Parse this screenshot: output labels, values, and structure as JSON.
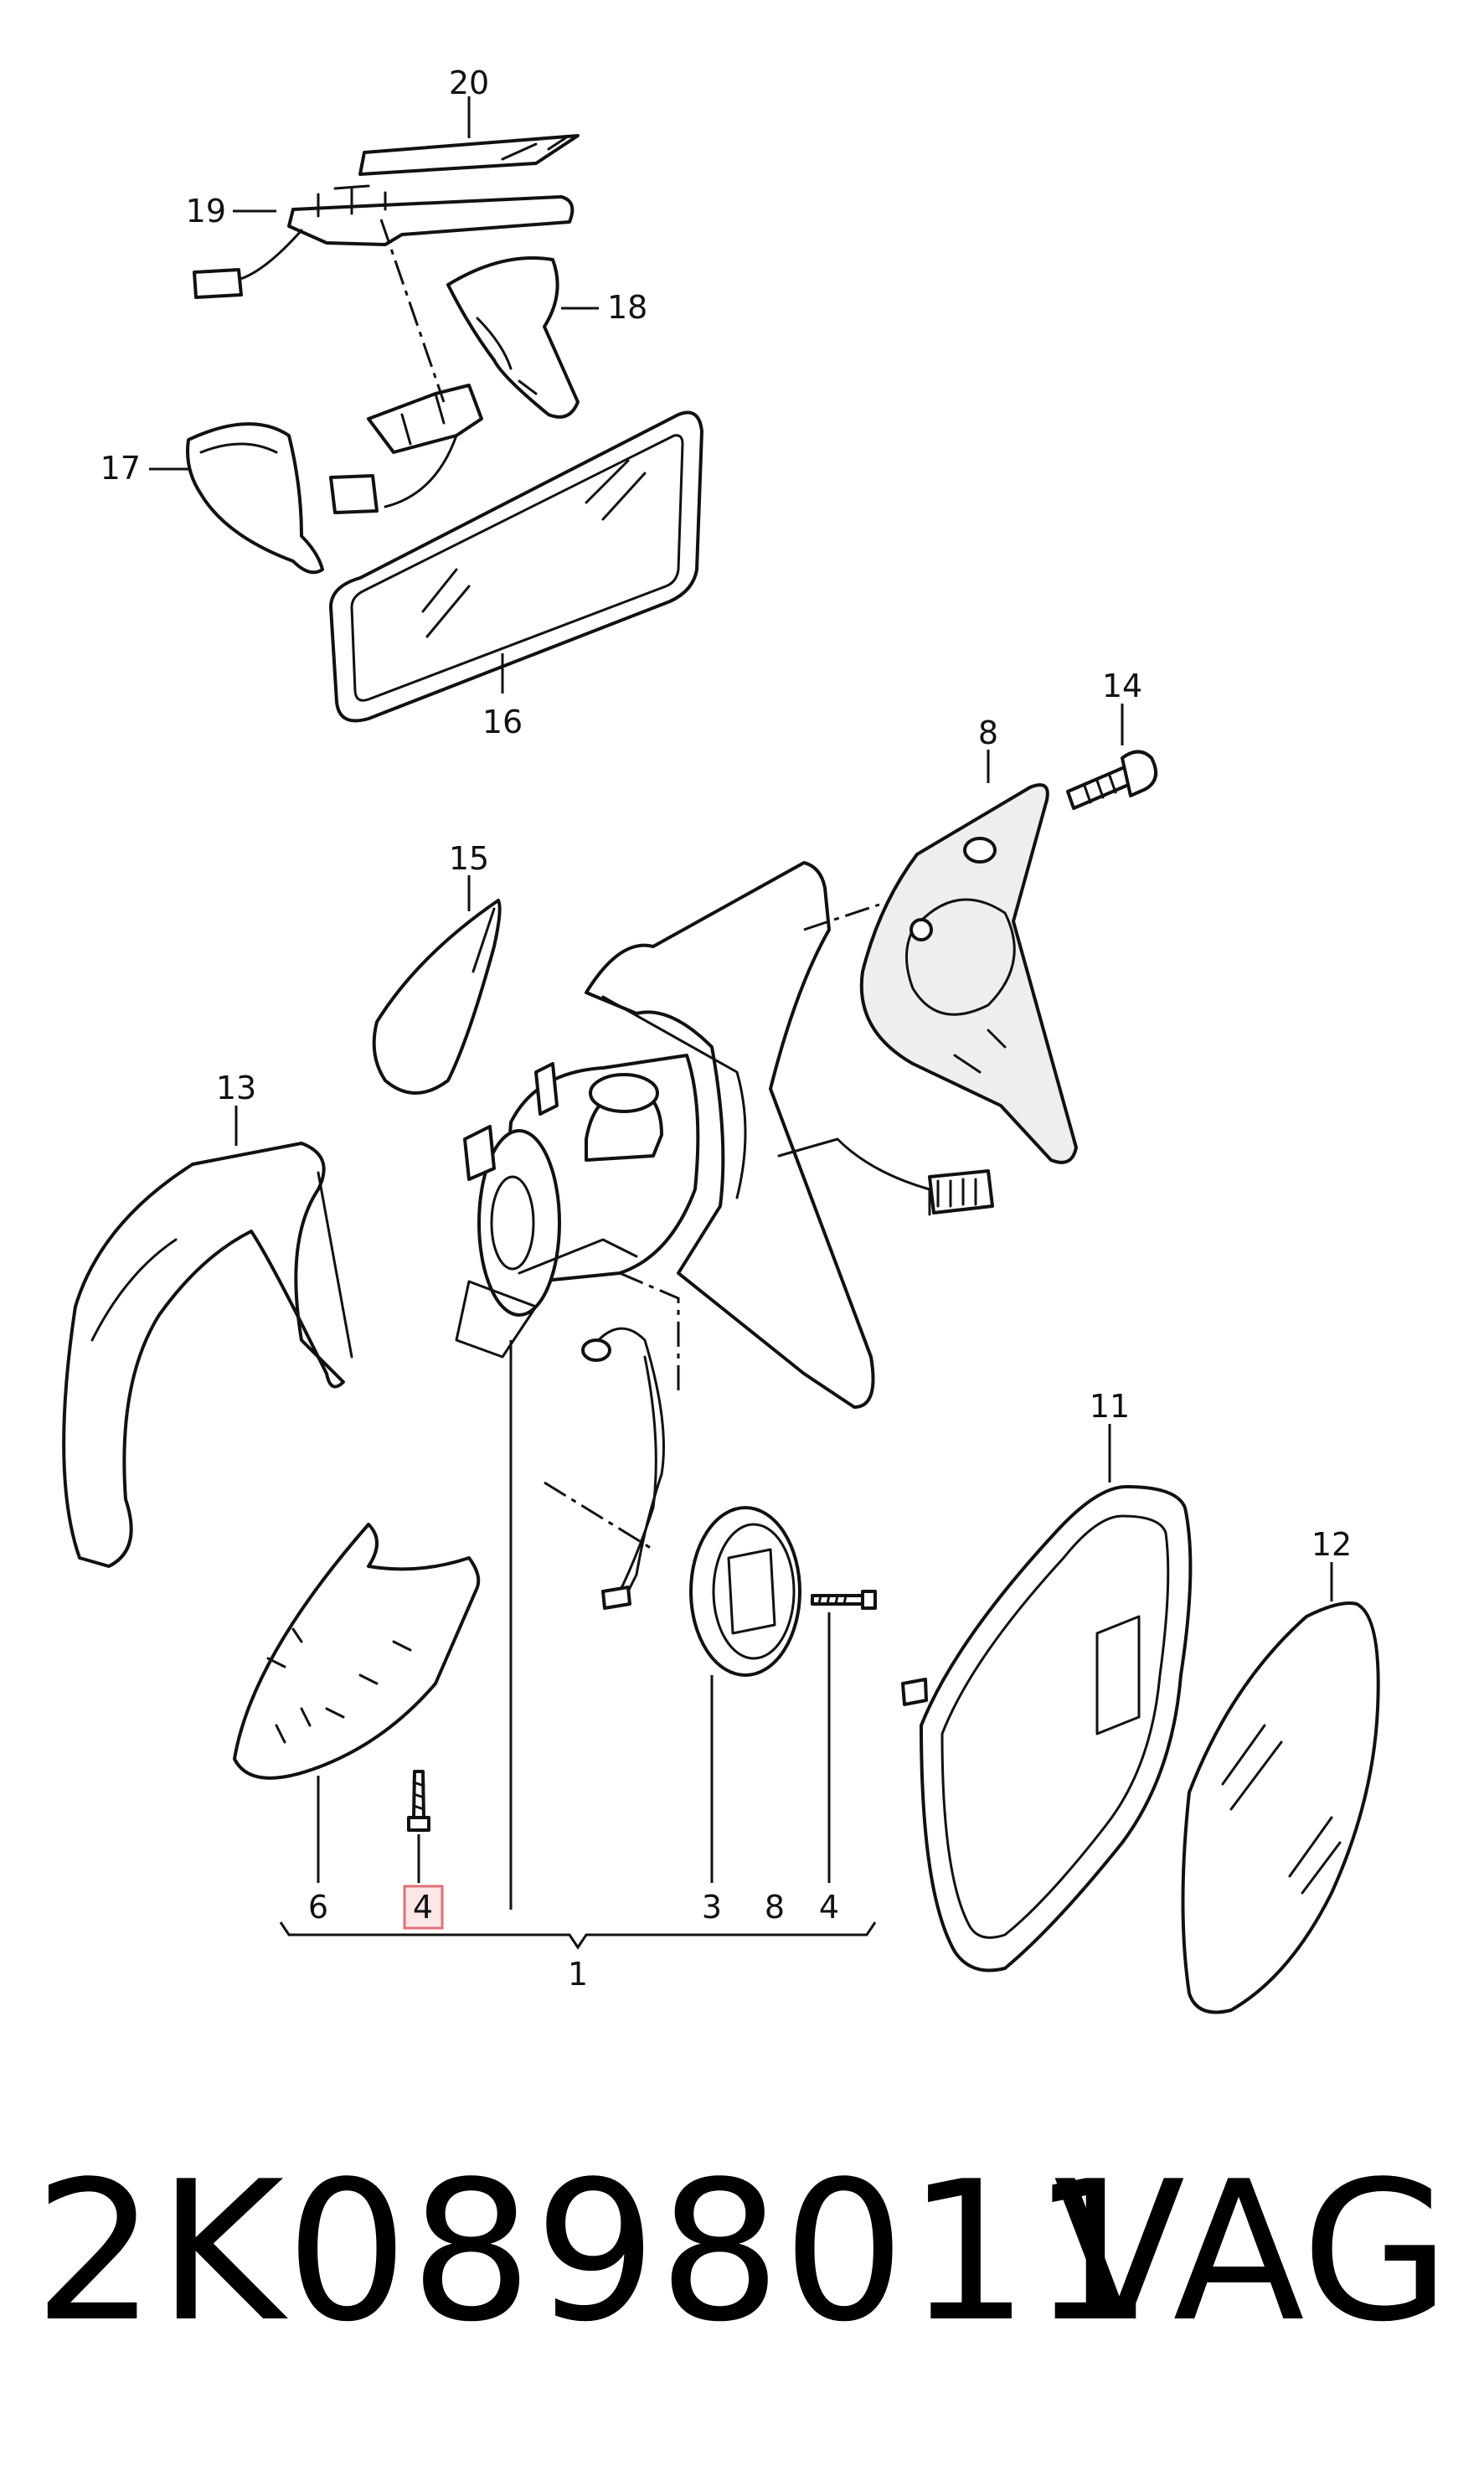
{
  "callouts": {
    "c20": "20",
    "c19": "19",
    "c18": "18",
    "c17": "17",
    "c16": "16",
    "c14": "14",
    "c8": "8",
    "c15": "15",
    "c13": "13",
    "c11": "11",
    "c12": "12",
    "c6": "6",
    "c4a": "4",
    "c3": "3",
    "c8b": "8",
    "c4b": "4",
    "c1": "1"
  },
  "highlighted_callout": "4",
  "highlight_color": "#e0707a",
  "footer": {
    "part_number": "2K0898011",
    "brand": "VAG"
  }
}
